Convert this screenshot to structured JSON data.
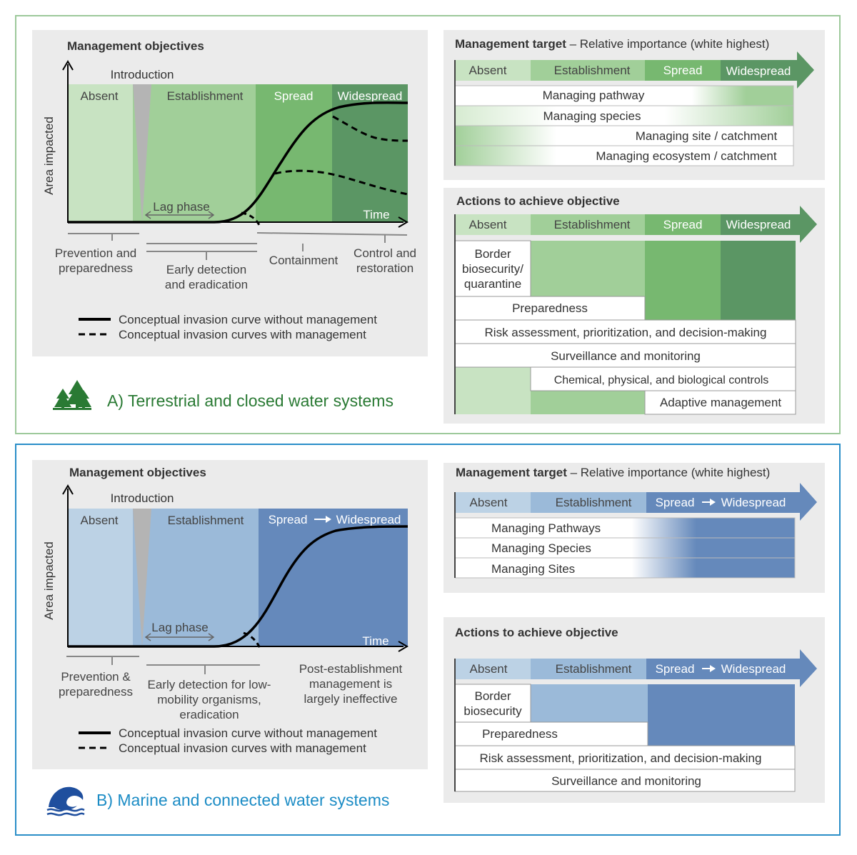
{
  "colors": {
    "green_border": "#9dc99b",
    "blue_border": "#2a8ec8",
    "panel_bg": "#ebebeb",
    "g_absent": "#c8e3c2",
    "g_establishment": "#a1cf99",
    "g_spread": "#77b870",
    "g_widespread": "#5b9664",
    "b_absent": "#bcd2e5",
    "b_establishment": "#9bbad9",
    "b_spread": "#6589bb",
    "gray_wedge": "#b4b4b4",
    "title_green": "#2a7a34",
    "title_blue": "#1c8cc5",
    "icon_blue": "#1f4f9e"
  },
  "terrestrial": {
    "chart": {
      "title": "Management objectives",
      "ylabel": "Area impacted",
      "xlabel": "Time",
      "introduction": "Introduction",
      "lag_phase": "Lag phase",
      "phases": [
        "Absent",
        "Establishment",
        "Spread",
        "Widespread"
      ],
      "objectives": [
        [
          "Prevention and",
          "preparedness"
        ],
        [
          "Early detection",
          "and eradication"
        ],
        [
          "Containment"
        ],
        [
          "Control and",
          "restoration"
        ]
      ],
      "legend_solid": "Conceptual invasion curve without management",
      "legend_dashed": "Conceptual invasion curves with management"
    },
    "caption": "A)  Terrestrial and closed water systems",
    "target": {
      "title_bold": "Management target",
      "title_rest": " – Relative importance (white highest)",
      "phases": [
        "Absent",
        "Establishment",
        "Spread",
        "Widespread"
      ],
      "rows": [
        "Managing pathway",
        "Managing species",
        "Managing site / catchment",
        "Managing ecosystem / catchment"
      ]
    },
    "actions": {
      "title": "Actions to achieve objective",
      "phases": [
        "Absent",
        "Establishment",
        "Spread",
        "Widespread"
      ],
      "border": [
        "Border",
        "biosecurity/",
        "quarantine"
      ],
      "rows": [
        "Preparedness",
        "Risk assessment, prioritization, and decision-making",
        "Surveillance and monitoring",
        "Chemical, physical, and biological controls",
        "Adaptive management"
      ]
    }
  },
  "marine": {
    "chart": {
      "title": "Management objectives",
      "ylabel": "Area impacted",
      "xlabel": "Time",
      "introduction": "Introduction",
      "lag_phase": "Lag phase",
      "phases": [
        "Absent",
        "Establishment",
        "Spread",
        "Widespread"
      ],
      "objectives": [
        [
          "Prevention &",
          "preparedness"
        ],
        [
          "Early detection for low-",
          "mobility organisms,",
          "eradication"
        ],
        [
          "Post-establishment",
          "management is",
          "largely ineffective"
        ]
      ],
      "legend_solid": "Conceptual invasion curve without management",
      "legend_dashed": "Conceptual invasion curves with management"
    },
    "caption": "B) Marine and connected water systems",
    "target": {
      "title_bold": "Management target",
      "title_rest": " – Relative importance (white highest)",
      "phases": [
        "Absent",
        "Establishment",
        "Spread",
        "Widespread"
      ],
      "rows": [
        "Managing Pathways",
        "Managing Species",
        "Managing Sites"
      ]
    },
    "actions": {
      "title": "Actions to achieve objective",
      "phases": [
        "Absent",
        "Establishment",
        "Spread",
        "Widespread"
      ],
      "border": [
        "Border",
        "biosecurity"
      ],
      "rows": [
        "Preparedness",
        "Risk assessment, prioritization, and decision-making",
        "Surveillance and monitoring"
      ]
    }
  }
}
